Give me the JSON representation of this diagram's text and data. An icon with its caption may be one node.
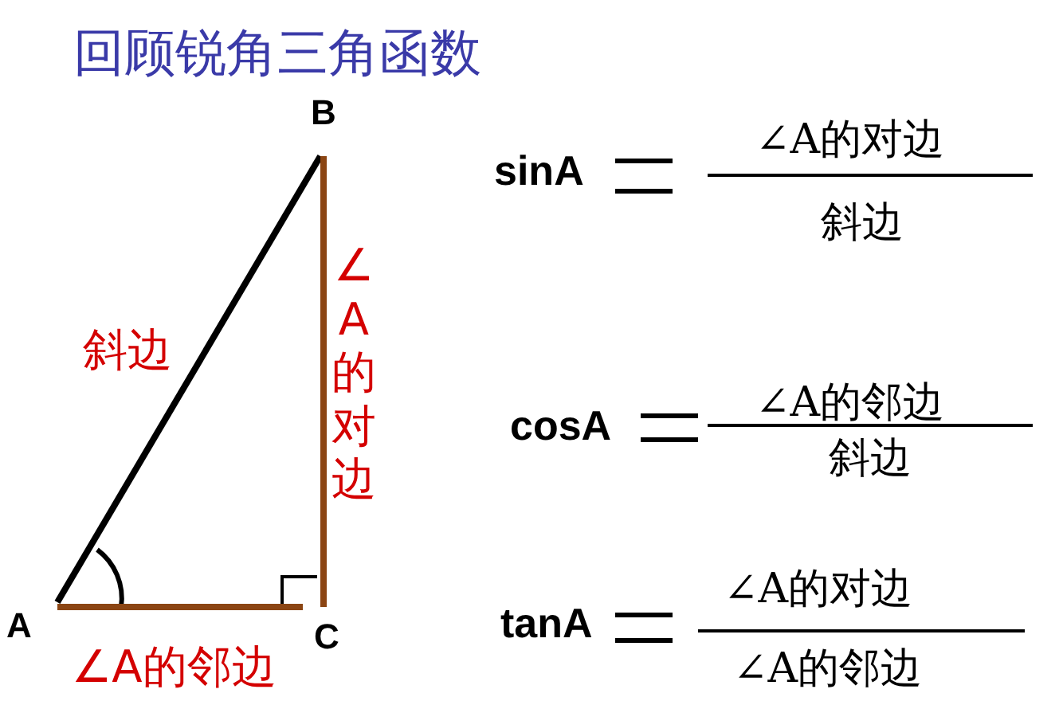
{
  "diagram": {
    "title": "回顾锐角三角函数",
    "nodes": [
      {
        "text": [
          "A"
        ]
      },
      {
        "text": [
          "B"
        ]
      },
      {
        "text": [
          "C"
        ]
      }
    ],
    "edges": [
      {
        "from": 0,
        "to": 1,
        "arrow": "none",
        "label": "斜边",
        "color": "#000000"
      },
      {
        "from": 1,
        "to": 2,
        "arrow": "none",
        "label": "∠A的对边",
        "color": "#8b4513"
      },
      {
        "from": 2,
        "to": 0,
        "arrow": "none",
        "label": "∠A的邻边",
        "color": "#8b4513"
      }
    ],
    "labels": [
      "sinA",
      "∠A的对边",
      "斜边",
      "cosA",
      "∠A的邻边",
      "斜边",
      "tanA",
      "∠A的对边",
      "∠A的邻边"
    ]
  }
}
